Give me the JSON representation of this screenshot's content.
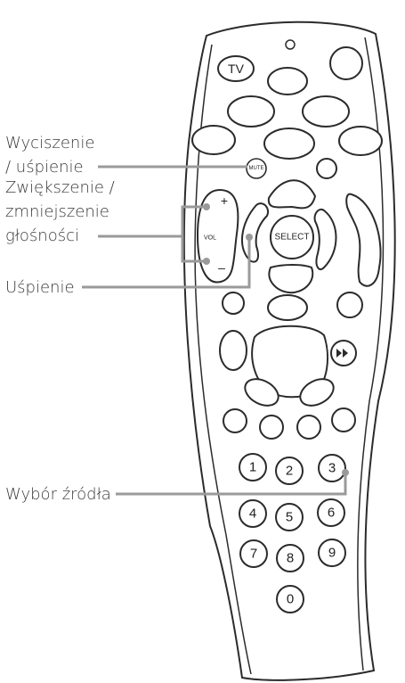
{
  "callouts": {
    "mute": {
      "line1": "Wyciszenie",
      "line2": "/ uśpienie"
    },
    "volume": {
      "line1": "Zwiększenie /",
      "line2": "zmniejszenie",
      "line3": "głośności"
    },
    "sleep": {
      "line1": "Uśpienie"
    },
    "source": {
      "line1": "Wybór źródła"
    }
  },
  "remote": {
    "tv_label": "TV",
    "mute_label": "MUTE",
    "select_label": "SELECT",
    "vol_label": "VOL",
    "vol_plus": "+",
    "vol_minus": "–",
    "ff_icon": "fast-forward-icon",
    "numbers": [
      "1",
      "2",
      "3",
      "4",
      "5",
      "6",
      "7",
      "8",
      "9",
      "0"
    ]
  },
  "colors": {
    "outline": "#2b2b2b",
    "leader": "#9a9a9a",
    "text": "#3a3a3a"
  }
}
